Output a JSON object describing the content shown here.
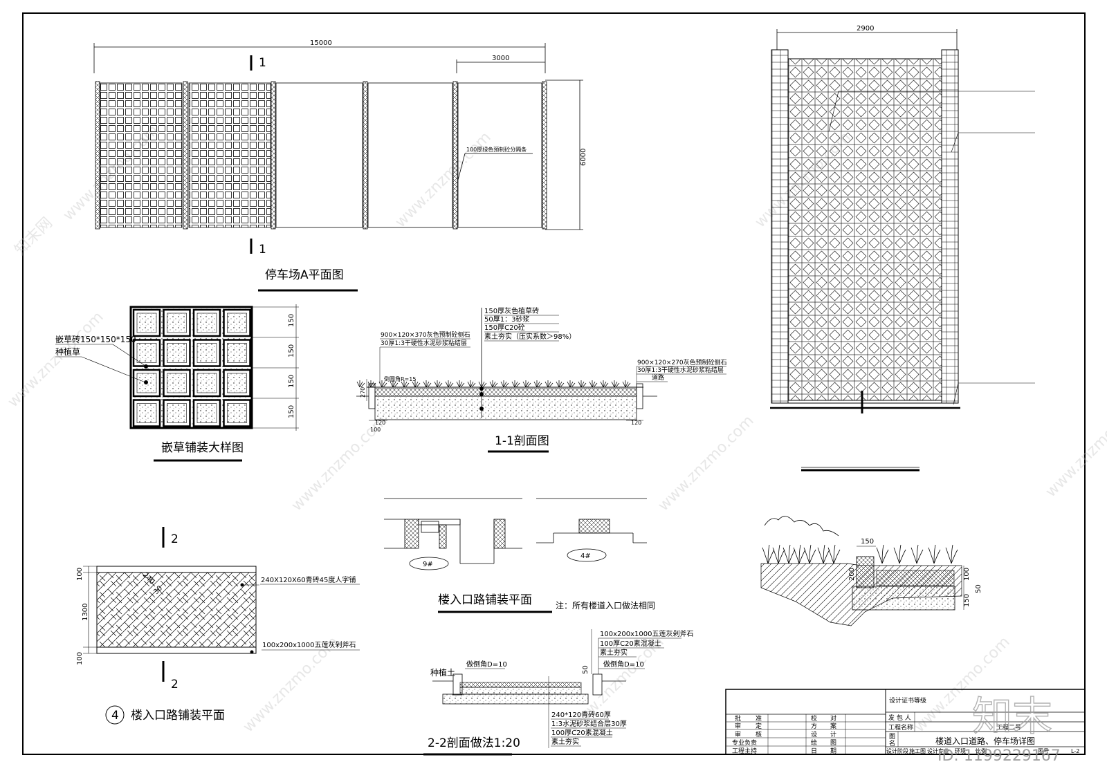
{
  "plan_a": {
    "title": "停车场A平面图",
    "dim_total": "15000",
    "dim_bay": "3000",
    "dim_depth": "6000",
    "section_mark": "1",
    "note_curb": "100厚绿色预制砼分隔条"
  },
  "grass_detail": {
    "title": "嵌草铺装大样图",
    "label_brick": "嵌草砖150*150*150",
    "label_grass": "种植草",
    "dims": [
      "150",
      "150",
      "150",
      "150"
    ]
  },
  "section_1": {
    "title": "1-1剖面图",
    "notes_top": [
      "150厚灰色植草砖",
      "50厚1：3砂浆",
      "150厚C20砼",
      "素土夯实（压实系数＞98%）"
    ],
    "notes_left": [
      "900×120×370灰色预制砼侧石",
      "30厚1:3干硬性水泥砂浆粘结层"
    ],
    "notes_right": [
      "900×120×270灰色预制砼侧石",
      "30厚1:3干硬性水泥砂浆粘结层",
      "道路"
    ],
    "label_chamfer": "倒圆角R=15",
    "dim_height": "270",
    "dims_bottom": [
      "120",
      "100",
      "120"
    ]
  },
  "plan_b": {
    "dim_width": "2900"
  },
  "entrance_detail": {
    "label_9": "9#",
    "label_4": "4#",
    "title": "楼入口路铺装平面",
    "note": "注：所有楼道入口做法相同"
  },
  "entrance_plan": {
    "number": "4",
    "title": "楼入口路铺装平面",
    "section_mark": "2",
    "label_brick": "240X120X60青砖45度人字铺",
    "label_curb": "100x200x1000五莲灰剁斧石",
    "dims": [
      "100",
      "1300",
      "100"
    ],
    "pattern_dims": [
      "240",
      "30"
    ]
  },
  "section_2": {
    "title": "2-2剖面做法1:20",
    "notes_top": [
      "100x200x1000五莲灰剁斧石",
      "100厚C20素混凝土",
      "素土夯实"
    ],
    "notes_bottom": [
      "240*120青砖60厚",
      "1:3水泥砂浆结合层30厚",
      "100厚C20素混凝土",
      "素土夯实"
    ],
    "label_soil": "种植土",
    "label_chamfer_l": "做倒角D=10",
    "label_chamfer_r": "做倒角D=10",
    "dim_50": "50"
  },
  "curb_section": {
    "dims": [
      "150",
      "200",
      "100",
      "50",
      "150"
    ]
  },
  "title_block": {
    "cert": "设计证书等级",
    "contractor": "发 包 人",
    "project_name": "工程名称",
    "project_name_suffix": "工程二号",
    "drawing_label_a": "图",
    "drawing_label_b": "名",
    "drawing_title": "楼道入口道路、停车场详图",
    "left_rows": [
      [
        "批",
        "准",
        "校",
        "对"
      ],
      [
        "审",
        "定",
        "方",
        "案"
      ],
      [
        "审",
        "核",
        "设",
        "计"
      ],
      [
        "专业负责",
        "",
        "绘",
        "图"
      ],
      [
        "工程主持",
        "",
        "日",
        "期"
      ]
    ],
    "footer": [
      "设计阶段",
      "施工图",
      "设计专业",
      "环境",
      "比例",
      "图号"
    ],
    "footer_extra": "L-2"
  },
  "watermark": {
    "brand": "知末",
    "site": "www.znzmo.com",
    "cn": "知末网",
    "id_text": "ID: 1199229167"
  }
}
